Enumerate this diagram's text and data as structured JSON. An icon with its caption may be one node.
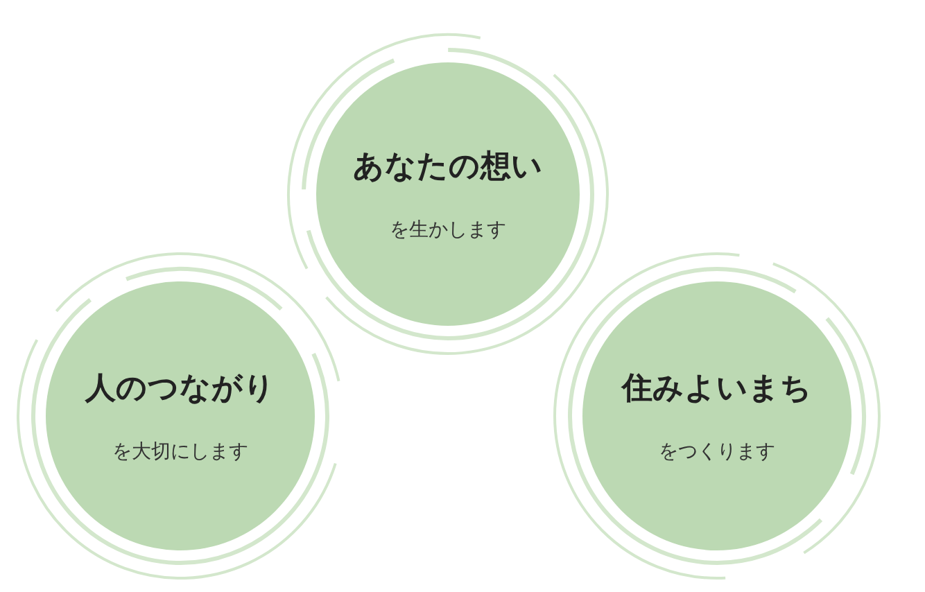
{
  "diagram": {
    "nodes": [
      {
        "text": [
          "あなたの想い",
          "を生かします"
        ]
      },
      {
        "text": [
          "人のつながり",
          "を大切にします"
        ]
      },
      {
        "text": [
          "住みよいまち",
          "をつくります"
        ]
      }
    ]
  }
}
